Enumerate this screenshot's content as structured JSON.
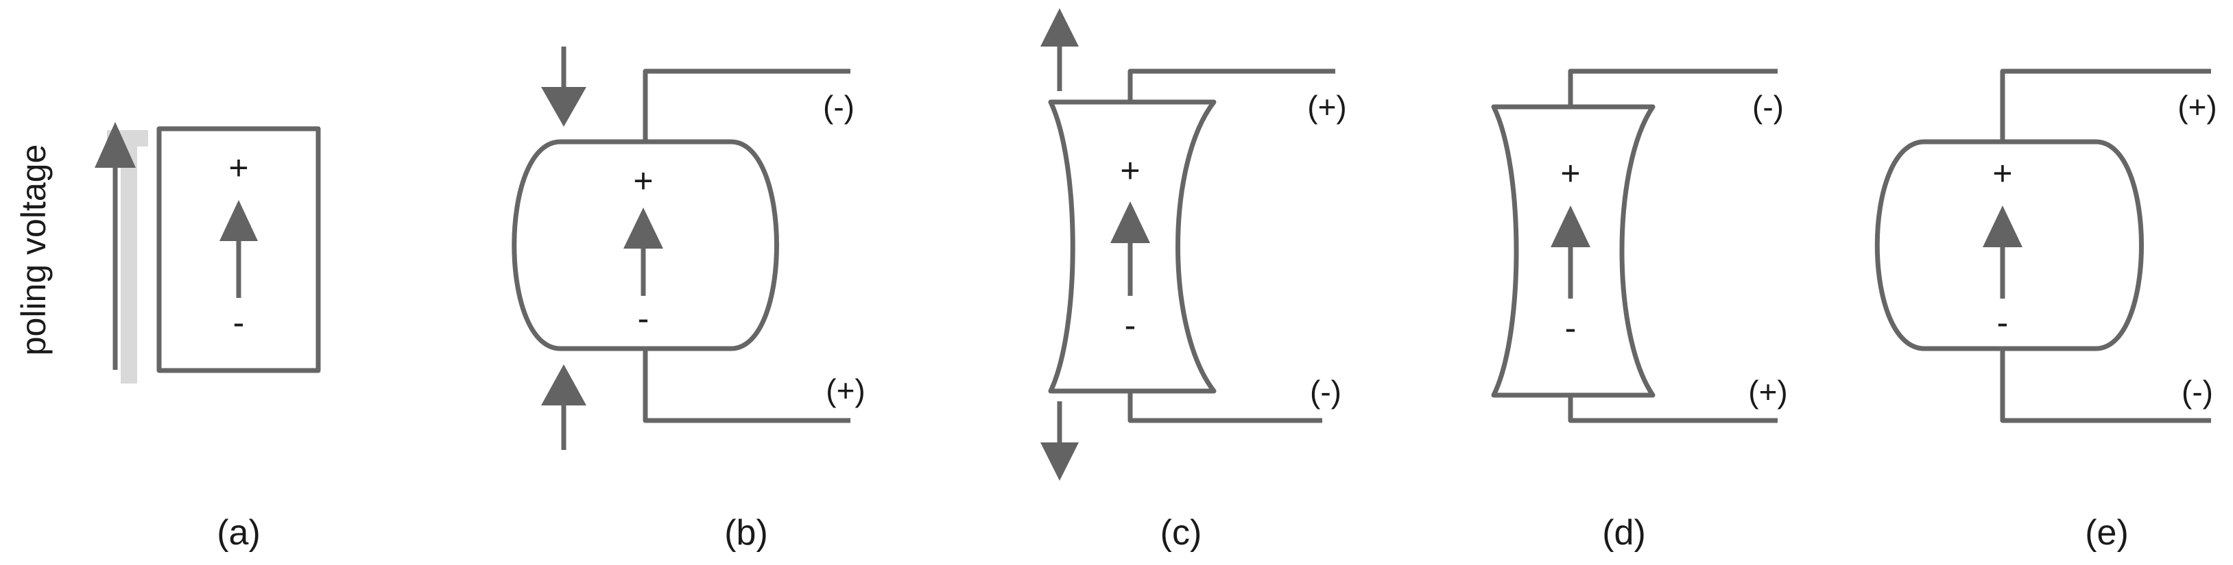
{
  "figure": {
    "axis_label": "poling voltage",
    "panels": [
      {
        "id": "a",
        "caption": "(a)",
        "top_pol": "+",
        "bottom_pol": "-"
      },
      {
        "id": "b",
        "caption": "(b)",
        "top_pol": "+",
        "bottom_pol": "-",
        "top_terminal": "(-)",
        "bottom_terminal": "(+)"
      },
      {
        "id": "c",
        "caption": "(c)",
        "top_pol": "+",
        "bottom_pol": "-",
        "top_terminal": "(+)",
        "bottom_terminal": "(-)"
      },
      {
        "id": "d",
        "caption": "(d)",
        "top_pol": "+",
        "bottom_pol": "-",
        "top_terminal": "(-)",
        "bottom_terminal": "(+)"
      },
      {
        "id": "e",
        "caption": "(e)",
        "top_pol": "+",
        "bottom_pol": "-",
        "top_terminal": "(+)",
        "bottom_terminal": "(-)"
      }
    ],
    "colors": {
      "stroke": "#666666",
      "arrow": "#636363",
      "shadow": "#d9d9d9",
      "text": "#1a1a1a"
    }
  }
}
